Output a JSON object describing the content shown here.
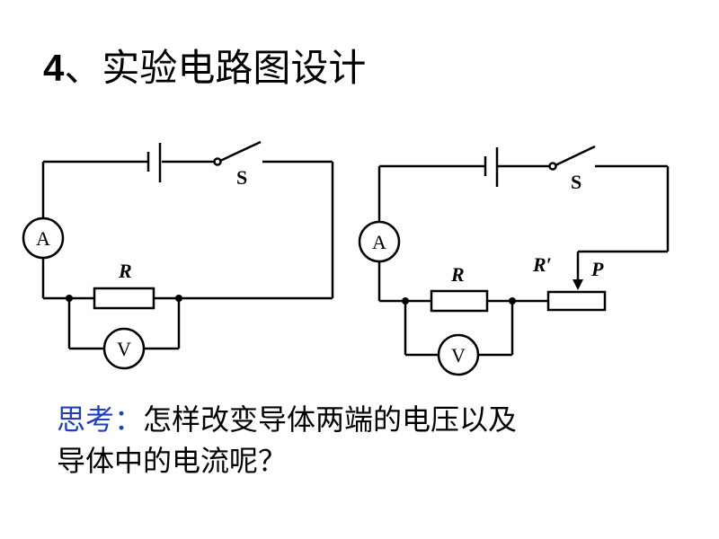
{
  "slide": {
    "title_number": "4",
    "title_text": "、实验电路图设计"
  },
  "circuit_left": {
    "switch_label": "S",
    "ammeter_label": "A",
    "voltmeter_label": "V",
    "resistor_label": "R"
  },
  "circuit_right": {
    "switch_label": "S",
    "ammeter_label": "A",
    "voltmeter_label": "V",
    "resistor_label": "R",
    "rheostat_label": "R′",
    "slider_label": "P"
  },
  "question": {
    "label": "思考：",
    "line1": "怎样改变导体两端的电压以及",
    "line2": "导体中的电流呢？"
  }
}
